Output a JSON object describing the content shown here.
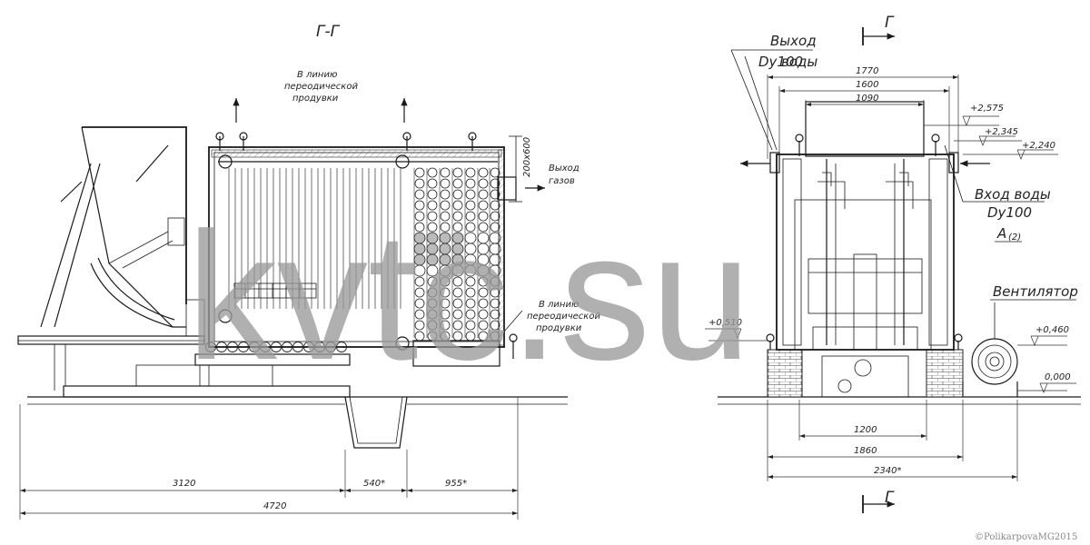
{
  "section_label": "Г-Г",
  "view_mark": "Г",
  "watermark": "kvtc.su",
  "copyright": "©PolikarpovaMG2015",
  "notes": {
    "blowdown_top": [
      "В линию",
      "переодической",
      "продувки"
    ],
    "blowdown_right": [
      "В линию",
      "переодической",
      "продувки"
    ],
    "gas_outlet": [
      "Выход",
      "газов"
    ],
    "water_outlet": [
      "Выход",
      "воды"
    ],
    "water_outlet_dn": "Dy100",
    "water_inlet": "Вход воды",
    "water_inlet_dn": "Dy100",
    "view_a": "A",
    "view_a_sub": "(2)",
    "fan": "Вентилятор",
    "duct_size": "200х600"
  },
  "left_dims": {
    "d3120": "3120",
    "d540": "540*",
    "d955": "955*",
    "d4720": "4720"
  },
  "right_dims": {
    "d1770": "1770",
    "d1600": "1600",
    "d1090": "1090",
    "d1200": "1200",
    "d1860": "1860",
    "d2340": "2340*"
  },
  "levels": {
    "l2575": "+2,575",
    "l2345": "+2,345",
    "l2240": "+2,240",
    "l0510": "+0,510",
    "l0460": "+0,460",
    "l0000": "0,000"
  }
}
